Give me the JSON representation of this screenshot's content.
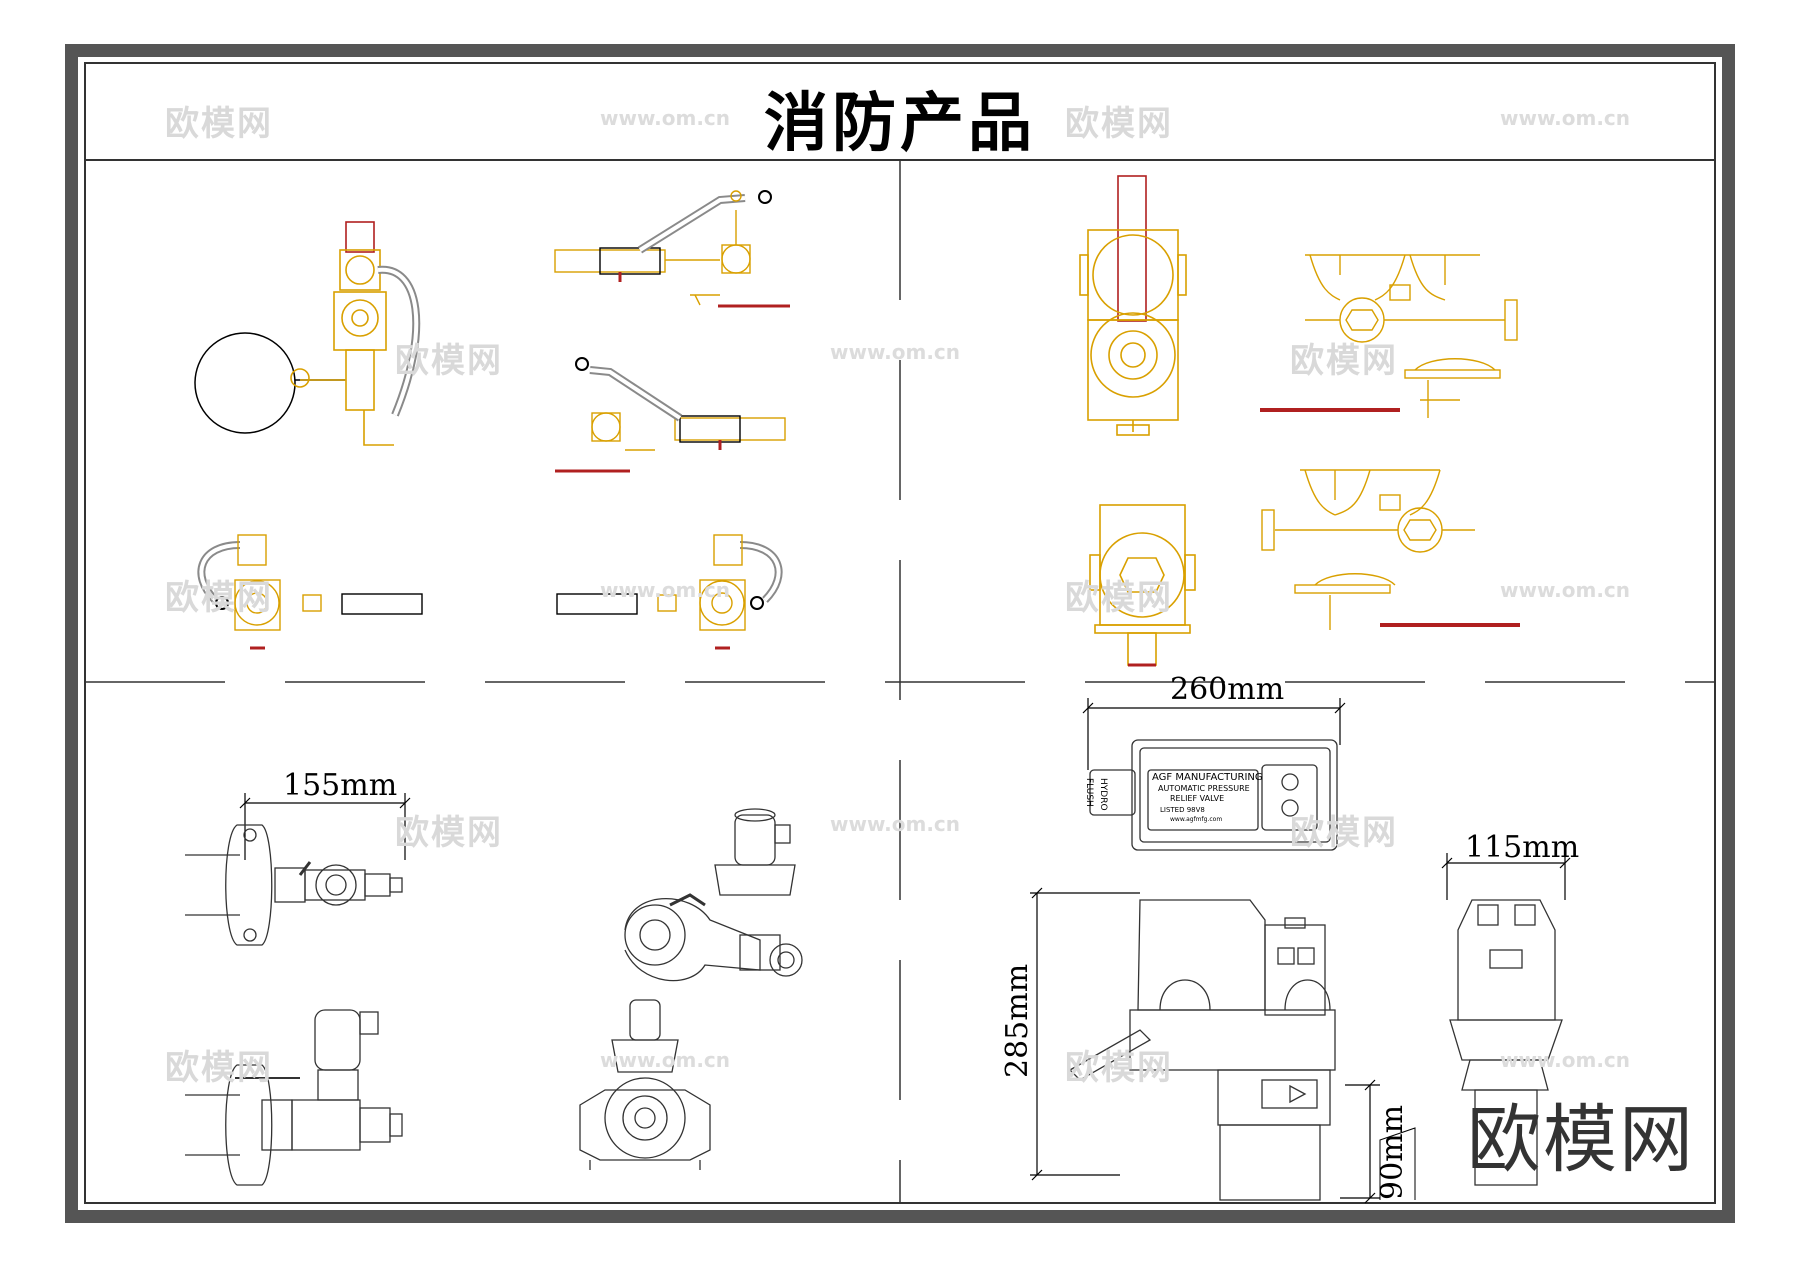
{
  "title": "消防产品",
  "watermarks": {
    "logo_text": "欧模网",
    "url_text": "www.om.cn"
  },
  "dimensions": {
    "d155": "155mm",
    "d260": "260mm",
    "d115": "115mm",
    "d285": "285mm",
    "d90": "90mm"
  },
  "nameplate": {
    "flush_label": "FLUSH",
    "hydro_label": "HYDRO",
    "line1": "AGF MANUFACTURING",
    "line2": "AUTOMATIC PRESSURE",
    "line3": "RELIEF VALVE",
    "line4": "LISTED 98V8",
    "line5": "www.agfmfg.com"
  },
  "brand_mark": "欧模网",
  "colors": {
    "frame": "#555555",
    "line": "#000000",
    "cad_orange": "#d9a000",
    "cad_red": "#b02020",
    "cad_grey": "#8a8a8a"
  }
}
